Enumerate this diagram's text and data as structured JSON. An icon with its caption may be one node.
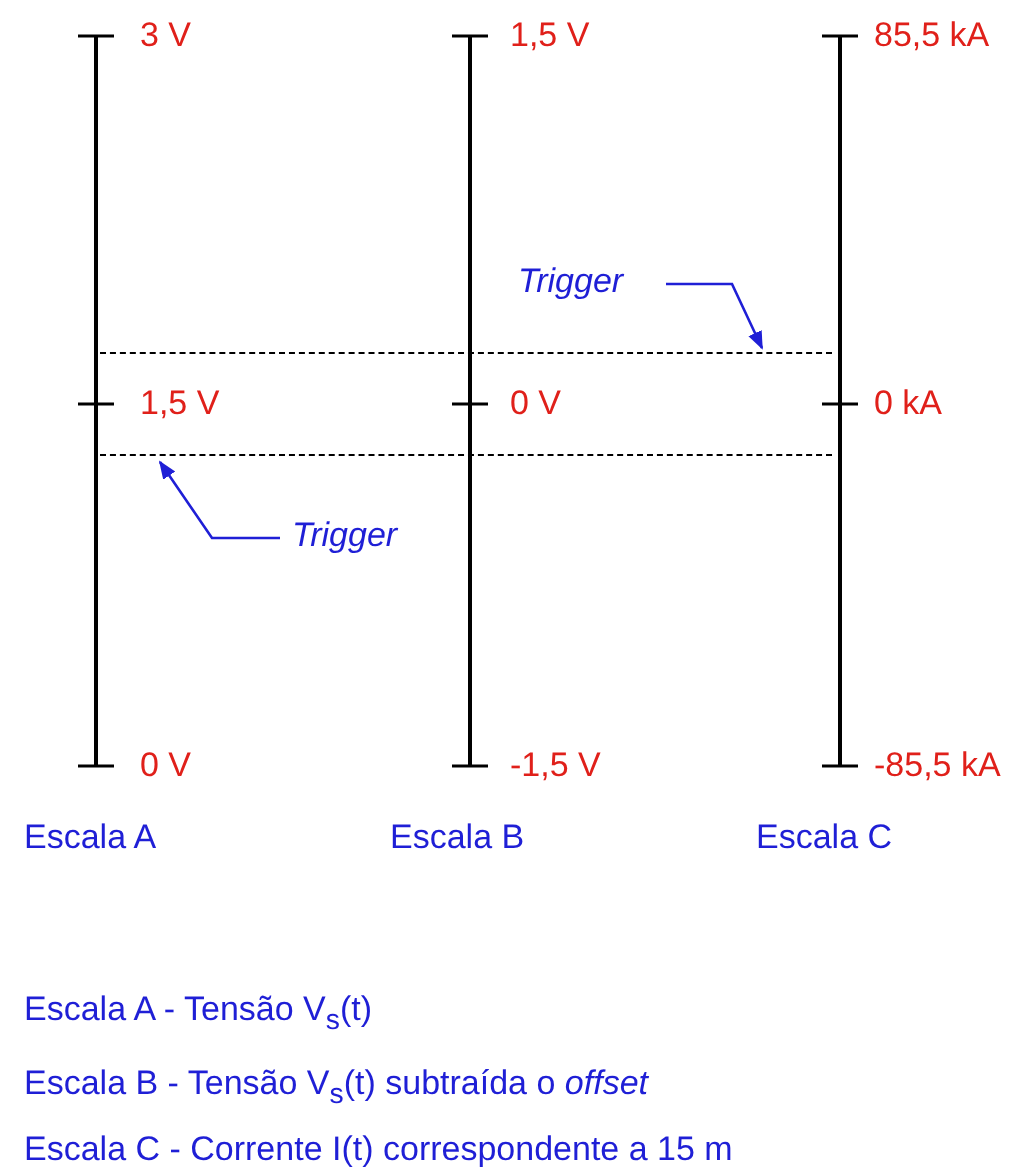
{
  "diagram": {
    "nodes": [
      {
        "text": [
          "Trigger"
        ]
      },
      {
        "text": [],
        "shape": "line"
      },
      {
        "text": [],
        "shape": "line"
      },
      {
        "text": [
          "Trigger"
        ]
      }
    ],
    "edges": [
      {
        "from": 0,
        "to": 1,
        "arrow": "to",
        "color": "#1f1fd6"
      },
      {
        "from": 3,
        "to": 2,
        "arrow": "to",
        "color": "#1f1fd6"
      }
    ],
    "labels": [
      "3 V",
      "1,5 V",
      "85,5 kA",
      "1,5 V",
      "0 V",
      "0 kA",
      "0 V",
      "-1,5 V",
      "-85,5 kA",
      "Escala A",
      "Escala B",
      "Escala C",
      "Escala A - Tensão V$_{s}$(t)",
      "Escala B - Tensão V$_{s}$(t) subtraída o *offset*",
      "Escala C - Corrente I(t) correspondente a 15 m"
    ]
  }
}
